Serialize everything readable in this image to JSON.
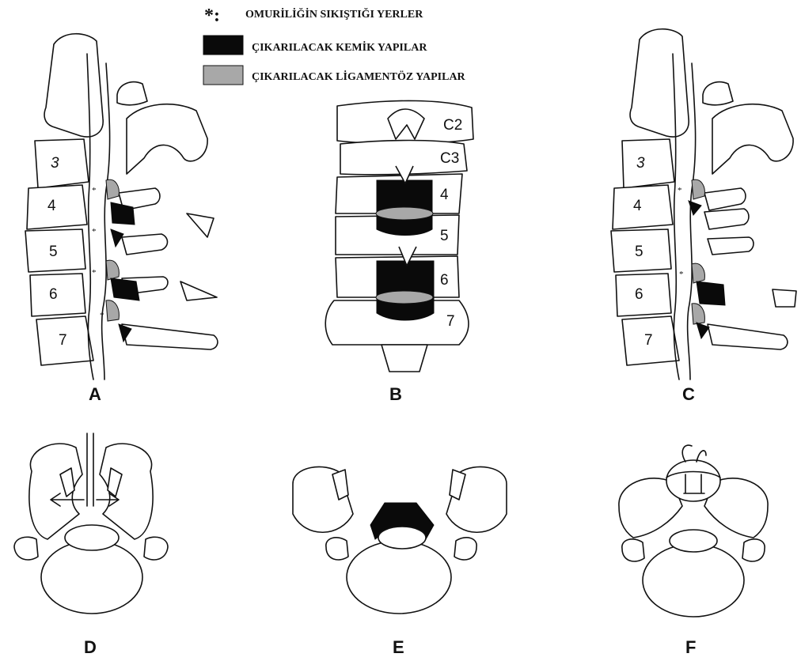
{
  "legend": {
    "asterisk_symbol": "*:",
    "spinal_cord_compression": "OMURİLİĞİN SIKIŞTIĞI YERLER",
    "bone_removal": "ÇIKARILACAK KEMİK YAPILAR",
    "ligament_removal": "ÇIKARILACAK LİGAMENTÖZ YAPILAR",
    "bone_color": "#0a0a0a",
    "ligament_color": "#a8a8a8"
  },
  "panels": {
    "a": "A",
    "b": "B",
    "c": "C",
    "d": "D",
    "e": "E",
    "f": "F"
  },
  "panel_a": {
    "v3": "3",
    "v4": "4",
    "v5": "5",
    "v6": "6",
    "v7": "7",
    "ast": "*"
  },
  "panel_b": {
    "c2": "C2",
    "c3": "C3",
    "v4": "4",
    "v5": "5",
    "v6": "6",
    "v7": "7"
  },
  "panel_c": {
    "v3": "3",
    "v4": "4",
    "v5": "5",
    "v6": "6",
    "v7": "7",
    "ast": "*"
  }
}
